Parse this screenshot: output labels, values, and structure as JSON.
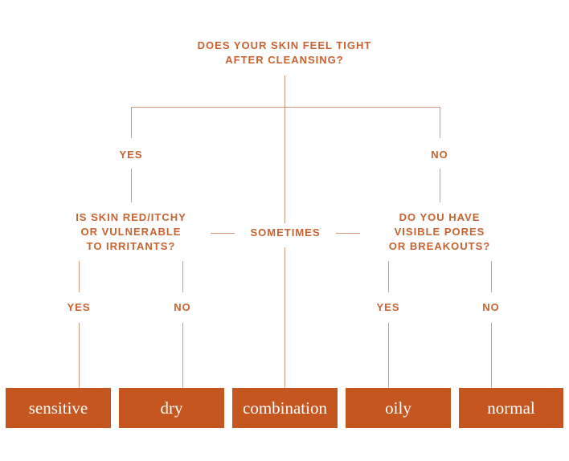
{
  "questions": {
    "root": [
      "DOES YOUR SKIN FEEL TIGHT",
      "AFTER CLEANSING?"
    ],
    "left": [
      "IS SKIN RED/ITCHY",
      "OR VULNERABLE",
      "TO IRRITANTS?"
    ],
    "right": [
      "DO YOU HAVE",
      "VISIBLE PORES",
      "OR BREAKOUTS?"
    ]
  },
  "labels": {
    "root_yes": "YES",
    "root_no": "NO",
    "root_sometimes": "SOMETIMES",
    "left_yes": "YES",
    "left_no": "NO",
    "right_yes": "YES",
    "right_no": "NO"
  },
  "results": [
    "sensitive",
    "dry",
    "combination",
    "oily",
    "normal"
  ],
  "colors": {
    "text": "#c8622e",
    "line": "#d4977a",
    "box": "#c5561f",
    "box_text": "#ffffff"
  }
}
